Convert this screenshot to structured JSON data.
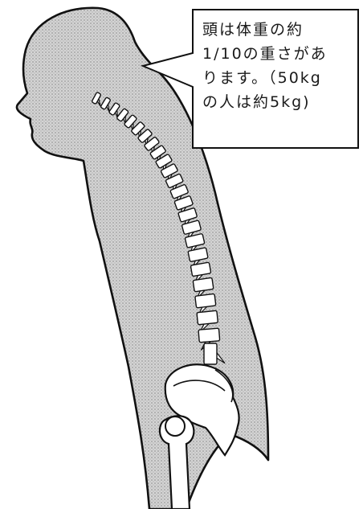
{
  "callout": {
    "text": "頭は体重の約\n1/10の重さがあ\nります。（50kg\nの人は約5kg)"
  },
  "colors": {
    "body_fill": "#c9c9c9",
    "outline": "#111111",
    "bone": "#ffffff",
    "background": "#ffffff"
  },
  "figure": {
    "subject": "side view of a person with a forward-bent posture, showing spine, pelvis and femur",
    "vertebra_count": 24
  }
}
